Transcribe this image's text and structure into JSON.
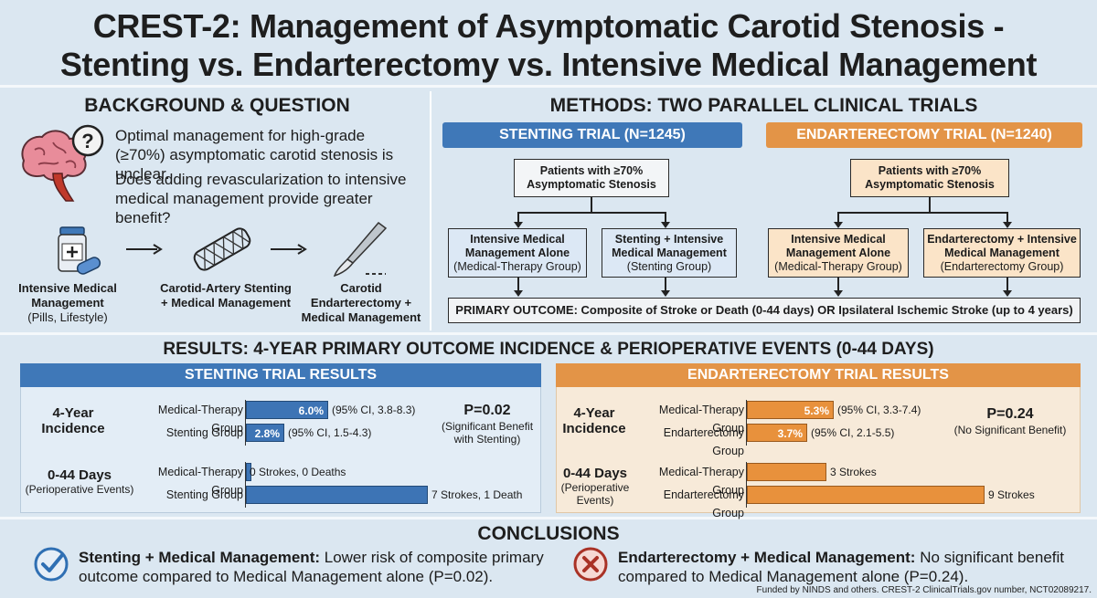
{
  "title": {
    "line1": "CREST-2: Management of Asymptomatic Carotid Stenosis -",
    "line2": "Stenting vs. Endarterectomy vs. Intensive Medical Management"
  },
  "background": {
    "heading": "BACKGROUND & QUESTION",
    "text1": "Optimal management for high-grade (≥70%) asymptomatic carotid stenosis is unclear.",
    "text2": "Does adding revascularization to intensive medical management provide greater benefit?",
    "options": [
      {
        "label": "Intensive Medical Management",
        "sub": "(Pills, Lifestyle)"
      },
      {
        "label": "Carotid-Artery Stenting + Medical Management",
        "sub": ""
      },
      {
        "label": "Carotid Endarterectomy + Medical Management",
        "sub": ""
      }
    ]
  },
  "methods": {
    "heading": "METHODS: TWO PARALLEL CLINICAL TRIALS",
    "stenting": {
      "head": "STENTING TRIAL (N=1245)",
      "top_bold": "Patients with ≥70% Asymptomatic Stenosis",
      "left_bold": "Intensive Medical Management Alone",
      "left_sub": "(Medical-Therapy Group)",
      "right_bold": "Stenting + Intensive Medical Management",
      "right_sub": "(Stenting Group)"
    },
    "endarterectomy": {
      "head": "ENDARTERECTOMY TRIAL (N=1240)",
      "top_bold": "Patients with ≥70% Asymptomatic Stenosis",
      "left_bold": "Intensive Medical Management Alone",
      "left_sub": "(Medical-Therapy Group)",
      "right_bold": "Endarterectomy + Intensive Medical Management",
      "right_sub": "(Endarterectomy Group)"
    },
    "outcome": "PRIMARY OUTCOME: Composite of Stroke or Death (0-44 days) OR Ipsilateral Ischemic Stroke (up to 4 years)"
  },
  "results": {
    "heading": "RESULTS: 4-YEAR PRIMARY OUTCOME INCIDENCE & PERIOPERATIVE EVENTS (0-44 DAYS)",
    "stenting": {
      "head": "STENTING TRIAL RESULTS",
      "row1_label": "4-Year Incidence",
      "row2_label": "0-44 Days",
      "row2_sub": "(Perioperative Events)",
      "p_bold": "P=0.02",
      "p_sub": "(Significant Benefit with Stenting)"
    },
    "endarterectomy": {
      "head": "ENDARTERECTOMY TRIAL RESULTS",
      "row1_label": "4-Year Incidence",
      "row2_label": "0-44 Days",
      "row2_sub": "(Perioperative Events)",
      "p_bold": "P=0.24",
      "p_sub": "(No Significant Benefit)"
    }
  },
  "chart_data": [
    {
      "type": "bar",
      "panel": "stenting-4yr",
      "categories": [
        "Medical-Therapy Group",
        "Stenting Group"
      ],
      "values": [
        6.0,
        2.8
      ],
      "value_labels": [
        "6.0%",
        "2.8%"
      ],
      "ci_labels": [
        "(95% CI, 3.8-8.3)",
        "(95% CI, 1.5-4.3)"
      ],
      "xmax": 8.5
    },
    {
      "type": "bar",
      "panel": "stenting-periop",
      "categories": [
        "Medical-Therapy Group",
        "Stenting Group"
      ],
      "values": [
        0,
        8
      ],
      "value_labels": [
        "0 Strokes, 0 Deaths",
        "7 Strokes, 1 Death"
      ],
      "xmax": 8.3
    },
    {
      "type": "bar",
      "panel": "endarterectomy-4yr",
      "categories": [
        "Medical-Therapy Group",
        "Endarterectomy Group"
      ],
      "values": [
        5.3,
        3.7
      ],
      "value_labels": [
        "5.3%",
        "3.7%"
      ],
      "ci_labels": [
        "(95% CI, 3.3-7.4)",
        "(95% CI, 2.1-5.5)"
      ],
      "xmax": 7.8
    },
    {
      "type": "bar",
      "panel": "endarterectomy-periop",
      "categories": [
        "Medical-Therapy Group",
        "Endarterectomy Group"
      ],
      "values": [
        3,
        9
      ],
      "value_labels": [
        "3 Strokes",
        "9 Strokes"
      ],
      "xmax": 9.4
    }
  ],
  "conclusions": {
    "heading": "CONCLUSIONS",
    "left_bold": "Stenting + Medical Management:",
    "left_text": "Lower risk of composite primary outcome compared to Medical Management alone (P=0.02).",
    "right_bold": "Endarterectomy + Medical Management:",
    "right_text": "No significant benefit compared to Medical Management alone (P=0.24).",
    "footer": "Funded by NINDS and others. CREST-2 ClinicalTrials.gov number, NCT02089217."
  },
  "colors": {
    "blue": "#3f78b8",
    "orange": "#e39447",
    "check": "#2f6fb3",
    "cross": "#c0392b"
  },
  "icons": [
    "brain-question-icon",
    "pill-bottle-icon",
    "stent-icon",
    "scalpel-icon",
    "check-circle-icon",
    "x-circle-icon"
  ]
}
